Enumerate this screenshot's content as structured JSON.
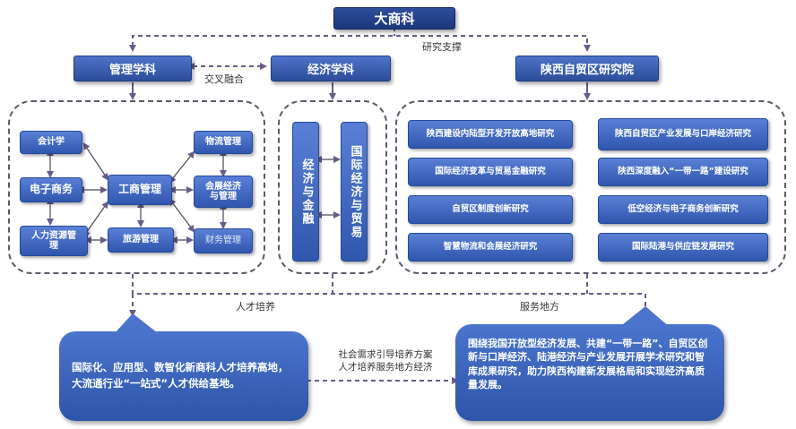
{
  "title": "大商科",
  "support_label": "研究支撑",
  "cross_label": "交叉融合",
  "talent_label": "人才培养",
  "service_label": "服务地方",
  "middle_note": [
    "社会需求引导培养方案",
    "人才培养服务地方经济"
  ],
  "management": {
    "title": "管理学科",
    "accounting": "会计学",
    "ecommerce": "电子商务",
    "hr": "人力资源管理",
    "business_admin": "工商管理",
    "tourism": "旅游管理",
    "logistics": "物流管理",
    "exhibition": "会展经济与管理",
    "financial_mgmt": "财务管理"
  },
  "economics": {
    "title": "经济学科",
    "finance": "经济与金融",
    "trade": "国际经济与贸易"
  },
  "institute": {
    "title": "陕西自贸区研究院",
    "research": [
      "陕西建设内陆型开发开放高地研究",
      "陕西自贸区产业发展与口岸经济研究",
      "国际经济变革与贸易金融研究",
      "陕西深度融入“一带一路”建设研究",
      "自贸区制度创新研究",
      "低空经济与电子商务创新研究",
      "智慧物流和会展经济研究",
      "国际陆港与供应链发展研究"
    ]
  },
  "outcomes": {
    "talent": "国际化、应用型、数智化新商科人才培养高地，大流通行业“一站式”人才供给基地。",
    "service": "围绕我国开放型经济发展、共建“一带一路”、自贸区创新与口岸经济、陆港经济与产业发展开展学术研究和智库成果研究，助力陕西构建新发展格局和实现经济高质量发展。"
  }
}
